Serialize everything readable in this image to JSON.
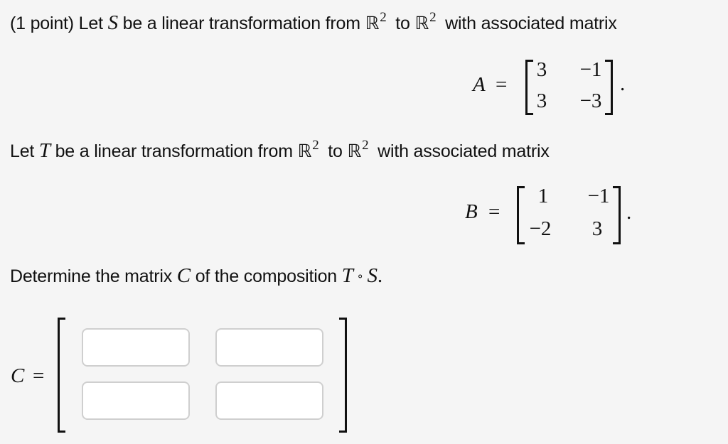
{
  "problem": {
    "points_label": "(1 point)",
    "line1": {
      "prefix": "Let",
      "var": "S",
      "mid": "be a linear transformation from",
      "domain": "ℝ",
      "domain_exp": "2",
      "to": "to",
      "codomain": "ℝ",
      "codomain_exp": "2",
      "suffix": "with associated matrix"
    },
    "matrix_A": {
      "label": "A",
      "equals": "=",
      "rows": [
        [
          "3",
          "−1"
        ],
        [
          "3",
          "−3"
        ]
      ],
      "terminator": "."
    },
    "line2": {
      "prefix": "Let",
      "var": "T",
      "mid": "be a linear transformation from",
      "domain": "ℝ",
      "domain_exp": "2",
      "to": "to",
      "codomain": "ℝ",
      "codomain_exp": "2",
      "suffix": "with associated matrix"
    },
    "matrix_B": {
      "label": "B",
      "equals": "=",
      "rows": [
        [
          "1",
          "−1"
        ],
        [
          "−2",
          "3"
        ]
      ],
      "terminator": "."
    },
    "line3": {
      "prefix": "Determine the matrix",
      "var": "C",
      "mid": "of the composition",
      "comp_left": "T",
      "comp_op": "∘",
      "comp_right": "S",
      "terminator": "."
    },
    "answer": {
      "label": "C",
      "equals": "=",
      "cells": [
        {
          "value": "",
          "placeholder": ""
        },
        {
          "value": "",
          "placeholder": ""
        },
        {
          "value": "",
          "placeholder": ""
        },
        {
          "value": "",
          "placeholder": ""
        }
      ]
    }
  },
  "colors": {
    "background": "#f5f5f5",
    "text": "#111111",
    "input_border": "#cfcfcf",
    "input_bg": "#ffffff"
  }
}
